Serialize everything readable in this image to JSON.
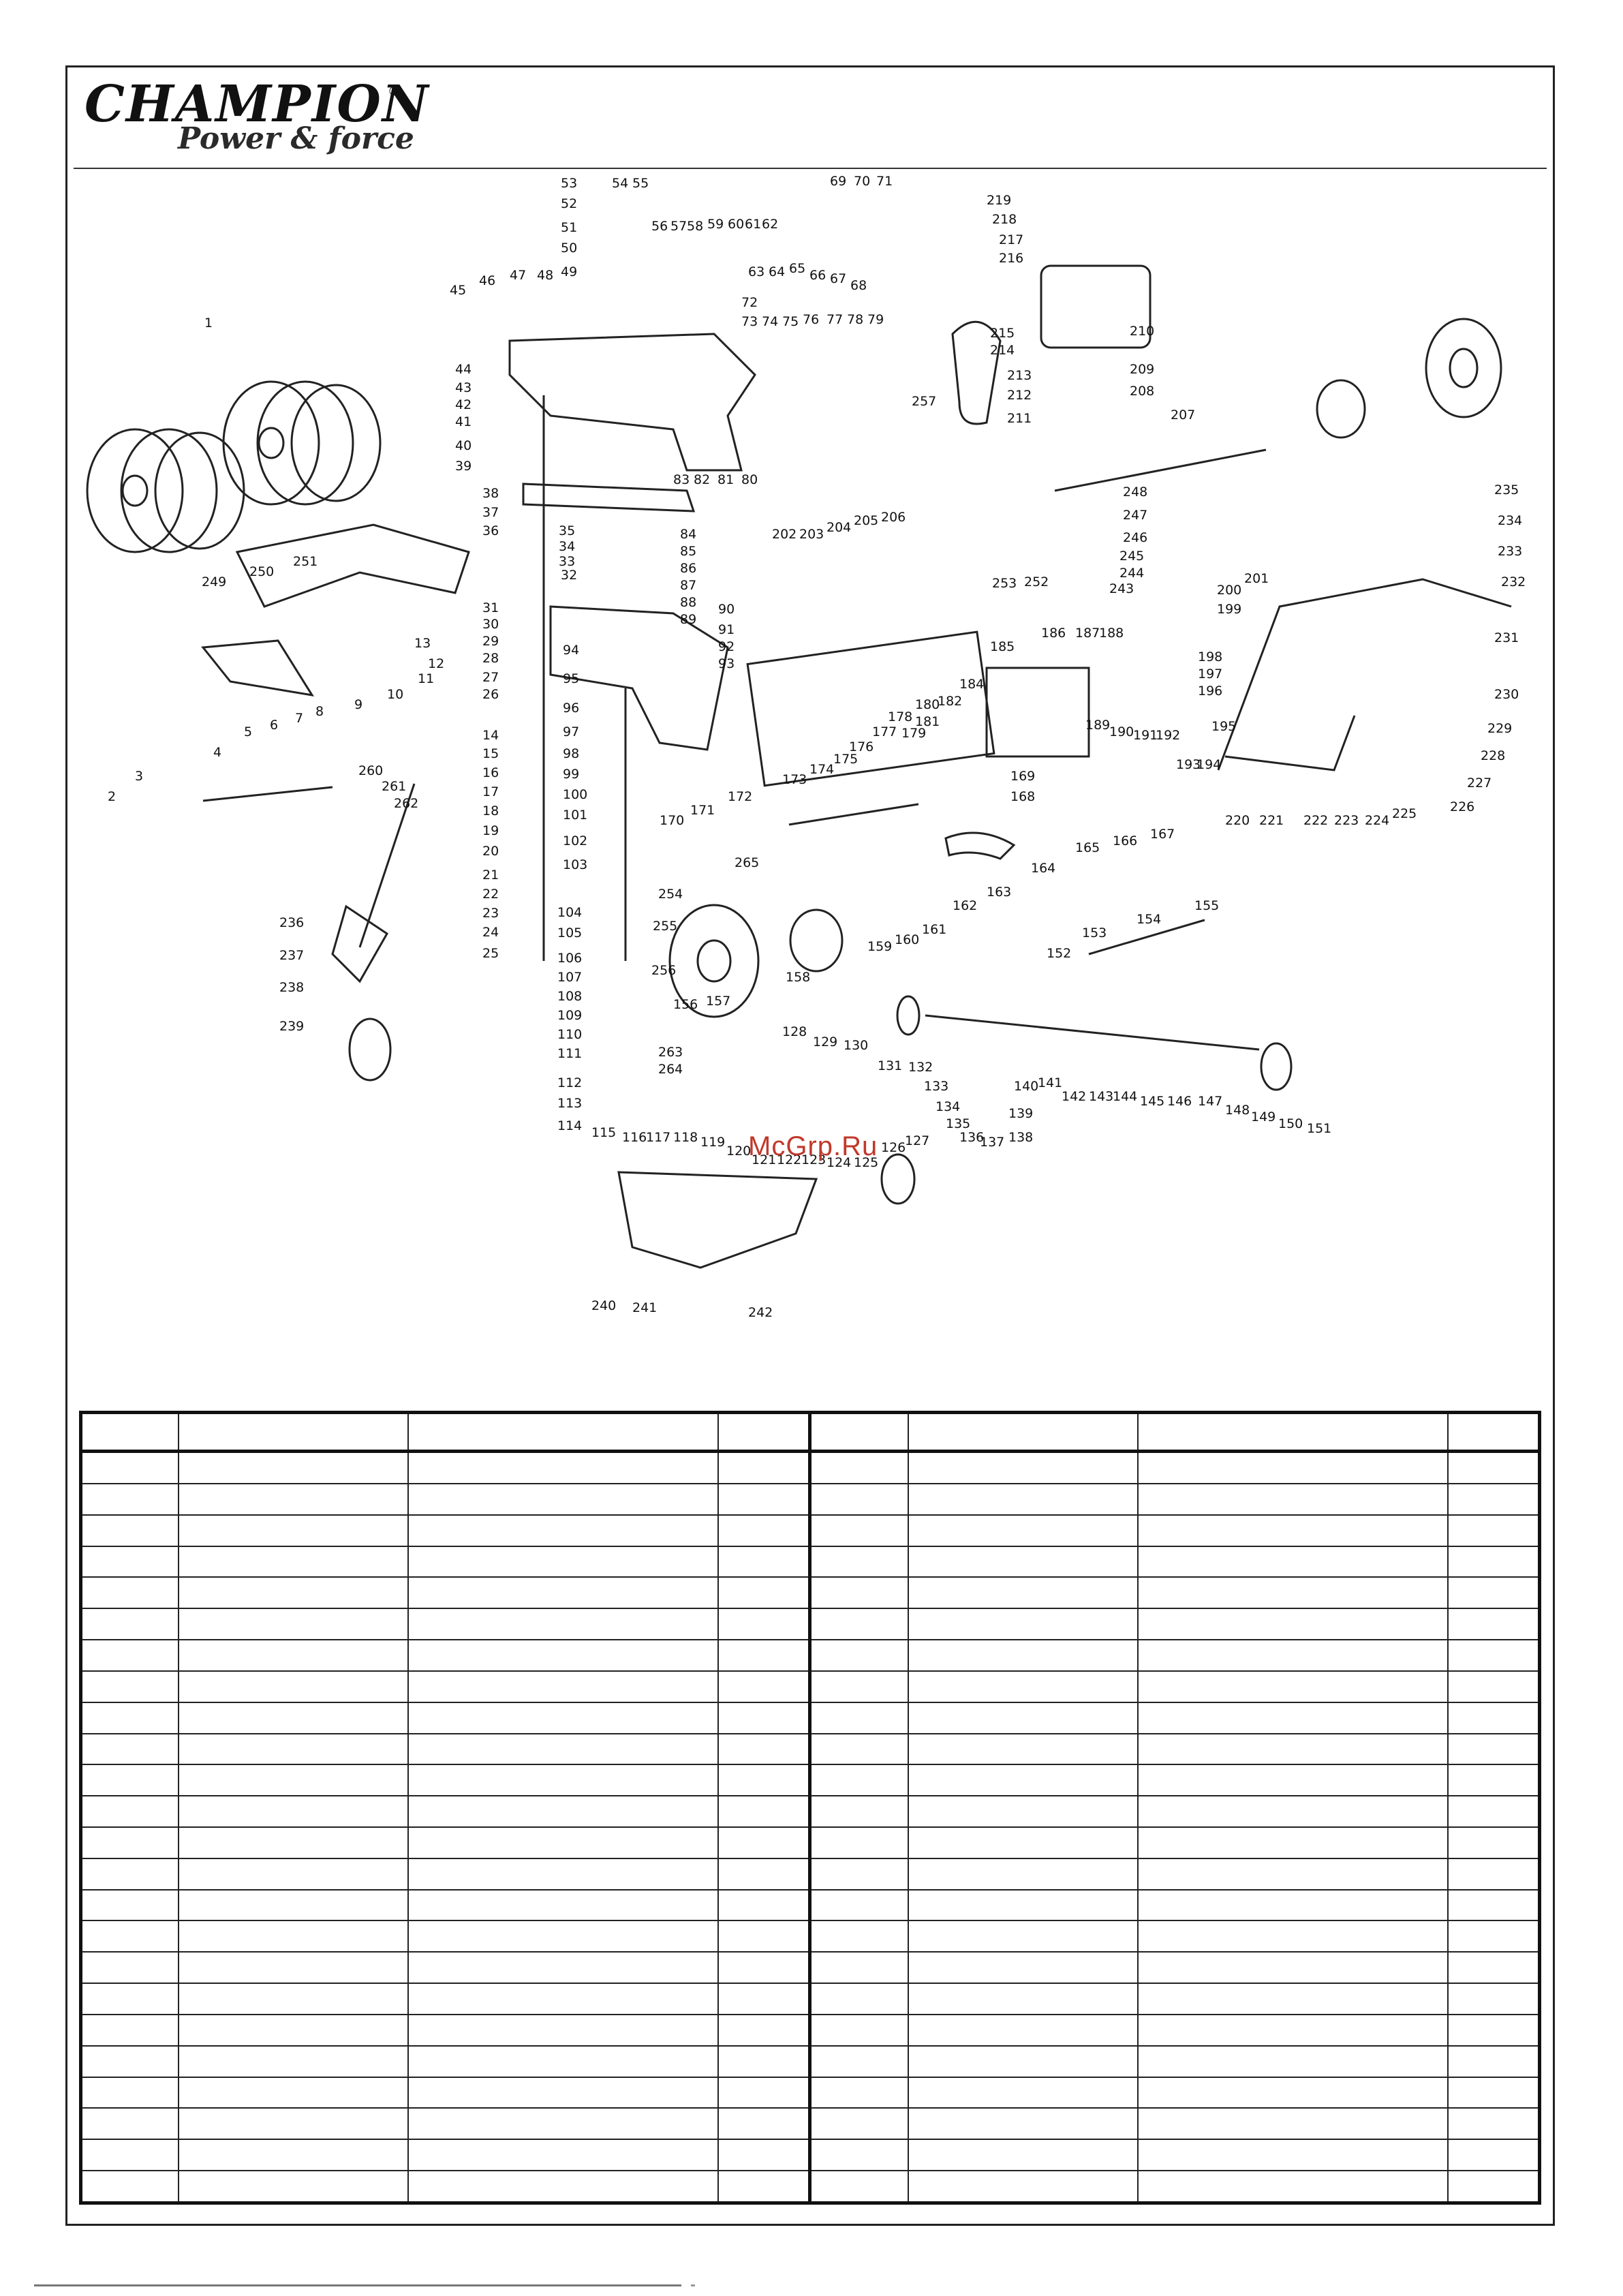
{
  "brand": {
    "name": "CHAMPION",
    "registered": "®",
    "tagline": "Power & force"
  },
  "watermark": "McGrp.Ru",
  "callouts": [
    "1",
    "2",
    "3",
    "4",
    "5",
    "6",
    "7",
    "8",
    "9",
    "10",
    "11",
    "12",
    "13",
    "14",
    "15",
    "16",
    "17",
    "18",
    "19",
    "20",
    "21",
    "22",
    "23",
    "24",
    "25",
    "26",
    "27",
    "28",
    "29",
    "30",
    "31",
    "32",
    "33",
    "34",
    "35",
    "36",
    "37",
    "38",
    "39",
    "40",
    "41",
    "42",
    "43",
    "44",
    "45",
    "46",
    "47",
    "48",
    "49",
    "50",
    "51",
    "52",
    "53",
    "54",
    "55",
    "56",
    "57",
    "58",
    "59",
    "60",
    "61",
    "62",
    "63",
    "64",
    "65",
    "66",
    "67",
    "68",
    "69",
    "70",
    "71",
    "72",
    "73",
    "74",
    "75",
    "76",
    "77",
    "78",
    "79",
    "80",
    "81",
    "82",
    "83",
    "84",
    "85",
    "86",
    "87",
    "88",
    "89",
    "90",
    "91",
    "92",
    "93",
    "94",
    "95",
    "96",
    "97",
    "98",
    "99",
    "100",
    "101",
    "102",
    "103",
    "104",
    "105",
    "106",
    "107",
    "108",
    "109",
    "110",
    "111",
    "112",
    "113",
    "114",
    "115",
    "116",
    "117",
    "118",
    "119",
    "120",
    "121",
    "122",
    "123",
    "124",
    "125",
    "126",
    "127",
    "128",
    "129",
    "130",
    "131",
    "132",
    "133",
    "134",
    "135",
    "136",
    "137",
    "138",
    "139",
    "140",
    "141",
    "142",
    "143",
    "144",
    "145",
    "146",
    "147",
    "148",
    "149",
    "150",
    "151",
    "152",
    "153",
    "154",
    "155",
    "156",
    "157",
    "158",
    "159",
    "160",
    "161",
    "162",
    "163",
    "164",
    "165",
    "166",
    "167",
    "168",
    "169",
    "170",
    "171",
    "172",
    "173",
    "174",
    "175",
    "176",
    "177",
    "178",
    "179",
    "180",
    "181",
    "182",
    "184",
    "185",
    "186",
    "187",
    "188",
    "189",
    "190",
    "191",
    "192",
    "193",
    "194",
    "195",
    "196",
    "197",
    "198",
    "199",
    "200",
    "201",
    "202",
    "203",
    "204",
    "205",
    "206",
    "207",
    "208",
    "209",
    "210",
    "211",
    "212",
    "213",
    "214",
    "215",
    "216",
    "217",
    "218",
    "219",
    "220",
    "221",
    "222",
    "223",
    "224",
    "225",
    "226",
    "227",
    "228",
    "229",
    "230",
    "231",
    "232",
    "233",
    "234",
    "235",
    "236",
    "237",
    "238",
    "239",
    "240",
    "241",
    "242",
    "243",
    "244",
    "245",
    "246",
    "247",
    "248",
    "249",
    "250",
    "251",
    "252",
    "253",
    "254",
    "255",
    "256",
    "257",
    "260",
    "261",
    "262",
    "263",
    "264",
    "265"
  ],
  "parts_table": {
    "columns": 8,
    "rows": 24
  },
  "colors": {
    "ink": "#111111",
    "watermark": "#c0392b",
    "logo_highlight": "#e8c71a"
  }
}
